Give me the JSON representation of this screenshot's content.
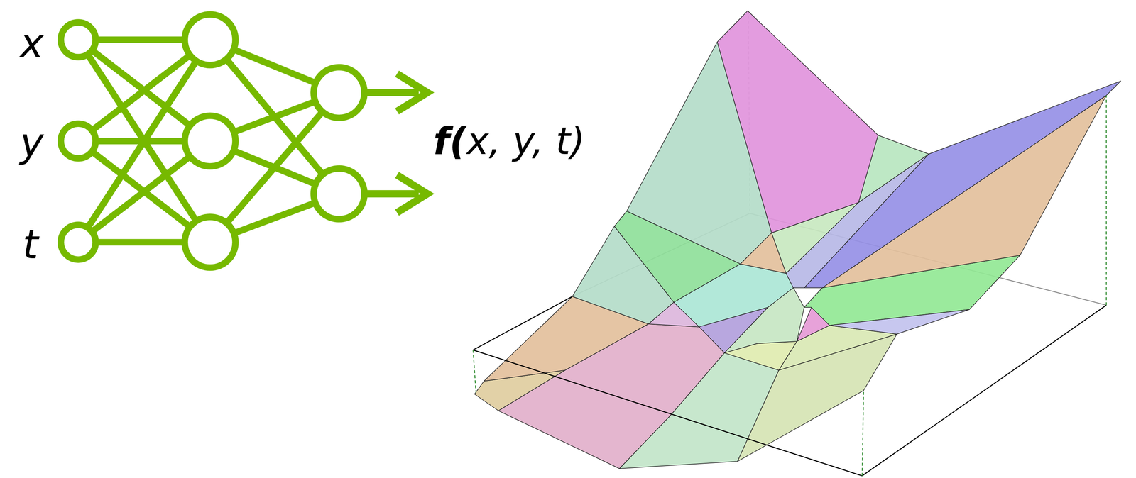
{
  "diagram": {
    "labels": [
      "x",
      "y",
      "t",
      "f(x, y, t)"
    ]
  }
}
